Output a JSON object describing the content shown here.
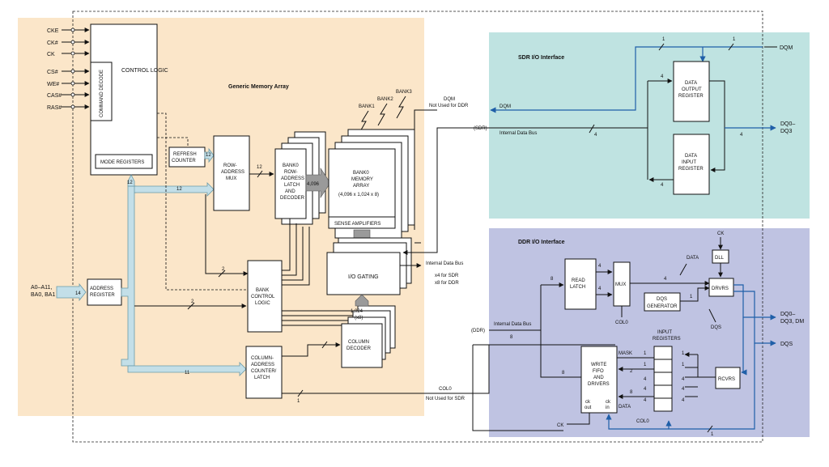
{
  "colors": {
    "generic_bg": "#fbe6c9",
    "sdr_bg": "#bfe3e1",
    "ddr_bg": "#bfc3e2",
    "bus_fill": "#c3dfe8",
    "signal_blue": "#1f5fa8"
  },
  "regions": {
    "generic": "Generic Memory Array",
    "sdr": "SDR I/O Interface",
    "ddr": "DDR I/O Interface"
  },
  "control_pins": [
    "CKE",
    "CK#",
    "CK",
    "CS#",
    "WE#",
    "CAS#",
    "RAS#"
  ],
  "address_pins": {
    "line1": "A0–A11,",
    "line2": "BA0, BA1"
  },
  "blocks": {
    "control_logic": "CONTROL LOGIC",
    "command_decode": "COMMAND DECODE",
    "mode_registers": "MODE REGISTERS",
    "refresh_counter": [
      "REFRESH",
      "COUNTER"
    ],
    "row_mux": [
      "ROW-",
      "ADDRESS",
      "MUX"
    ],
    "row_latch": [
      "BANK0",
      "ROW-",
      "ADDRESS",
      "LATCH",
      "AND",
      "DECODER"
    ],
    "memory_array": [
      "BANK0",
      "MEMORY",
      "ARRAY",
      "(4,096 x 1,024 x 8)"
    ],
    "sense_amps": "SENSE AMPLIFIERS",
    "io_gating": "I/O GATING",
    "bank_control": [
      "BANK",
      "CONTROL",
      "LOGIC"
    ],
    "column_decoder": [
      "COLUMN",
      "DECODER"
    ],
    "col_counter": [
      "COLUMN-",
      "ADDRESS",
      "COUNTER/",
      "LATCH"
    ],
    "address_register": [
      "ADDRESS",
      "REGISTER"
    ],
    "data_output_register": [
      "DATA",
      "OUTPUT",
      "REGISTER"
    ],
    "data_input_register": [
      "DATA",
      "INPUT",
      "REGISTER"
    ],
    "read_latch": [
      "READ",
      "LATCH"
    ],
    "mux": "MUX",
    "dqs_generator": [
      "DQS",
      "GENERATOR"
    ],
    "dll": "DLL",
    "drvrs": "DRVRS",
    "rcvrs": "RCVRS",
    "write_fifo": [
      "WRITE",
      "FIFO",
      "AND",
      "DRIVERS"
    ],
    "ck_out": [
      "ck",
      "out"
    ],
    "ck_in": [
      "ck",
      "in"
    ],
    "input_registers": [
      "INPUT",
      "REGISTERS"
    ]
  },
  "banks": [
    "BANK1",
    "BANK2",
    "BANK3"
  ],
  "bus_widths": {
    "w12": "12",
    "w14": "14",
    "w2": "2",
    "w11": "11",
    "w1": "1",
    "w4": "4",
    "w8": "8",
    "w4096": "4,096",
    "w1024": "1,024",
    "wx8": "(x8)"
  },
  "labels": {
    "dqm_note": [
      "DQM",
      "Not Used for DDR"
    ],
    "dqm": "DQM",
    "sdr_tag": "(SDR)",
    "ddr_tag": "(DDR)",
    "internal_data_bus": "Internal Data Bus",
    "x4_sdr": "x4 for SDR",
    "x8_ddr": "x8 for DDR",
    "col0": "COL0",
    "not_used_sdr": "Not Used for SDR",
    "mask": "MASK",
    "data": "DATA",
    "ck": "CK",
    "dqs": "DQS"
  },
  "outputs": {
    "dqm": "DQM",
    "dq_sdr": [
      "DQ0–",
      "DQ3"
    ],
    "dq_ddr": [
      "DQ0–",
      "DQ3, DM"
    ],
    "dqs": "DQS"
  }
}
